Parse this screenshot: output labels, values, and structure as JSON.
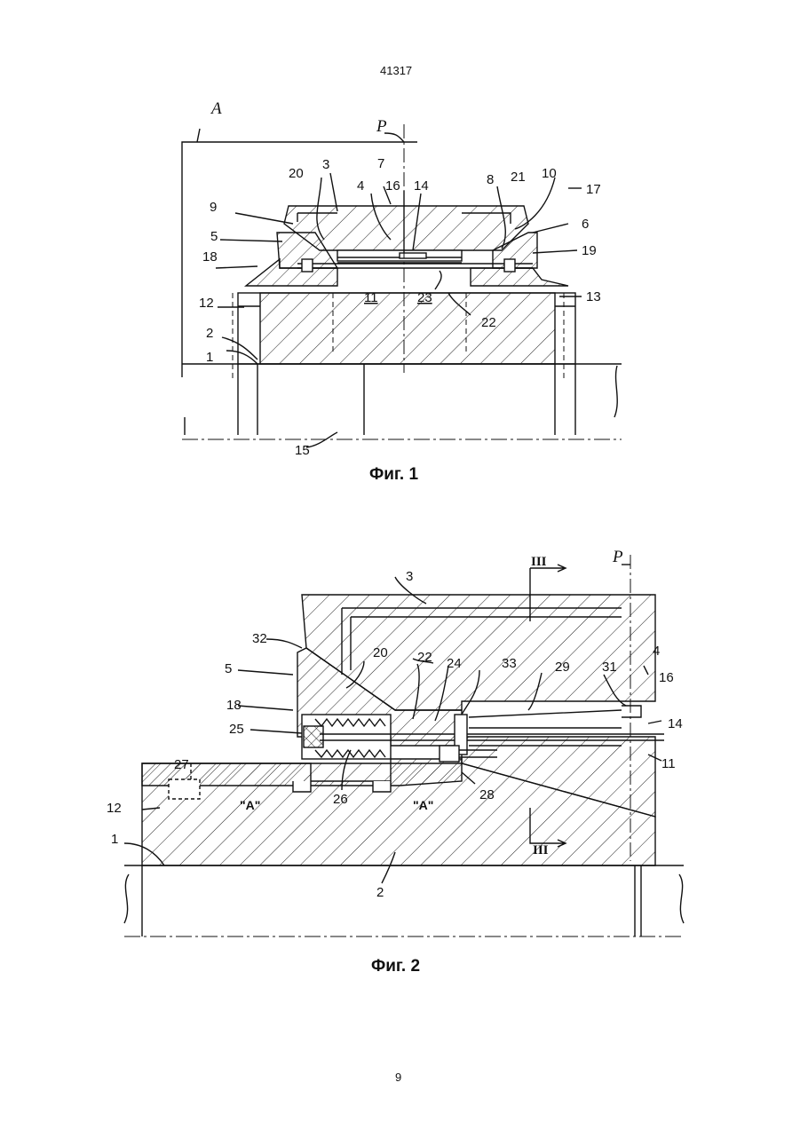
{
  "header": {
    "doc_number": "41317"
  },
  "footer": {
    "page_number": "9"
  },
  "figure1": {
    "caption": "Фиг. 1",
    "letters": {
      "section": "A",
      "plane": "P"
    },
    "labels": {
      "n1": "1",
      "n2": "2",
      "n3": "3",
      "n4": "4",
      "n5": "5",
      "n6": "6",
      "n7": "7",
      "n8": "8",
      "n9": "9",
      "n10": "10",
      "n11": "11",
      "n12": "12",
      "n13": "13",
      "n14": "14",
      "n15": "15",
      "n16": "16",
      "n17": "17",
      "n18": "18",
      "n19": "19",
      "n20": "20",
      "n21": "21",
      "n22": "22",
      "n23": "23"
    }
  },
  "figure2": {
    "caption": "Фиг. 2",
    "letters": {
      "plane": "P",
      "section_top": "III",
      "section_bottom": "III",
      "zone_a1": "\"A\"",
      "zone_a2": "\"A\""
    },
    "labels": {
      "n1": "1",
      "n2": "2",
      "n3": "3",
      "n4": "4",
      "n5": "5",
      "n11": "11",
      "n12": "12",
      "n14": "14",
      "n16": "16",
      "n18": "18",
      "n20": "20",
      "n22": "22",
      "n24": "24",
      "n25": "25",
      "n26": "26",
      "n27": "27",
      "n28": "28",
      "n29": "29",
      "n31": "31",
      "n32": "32",
      "n33": "33"
    }
  }
}
